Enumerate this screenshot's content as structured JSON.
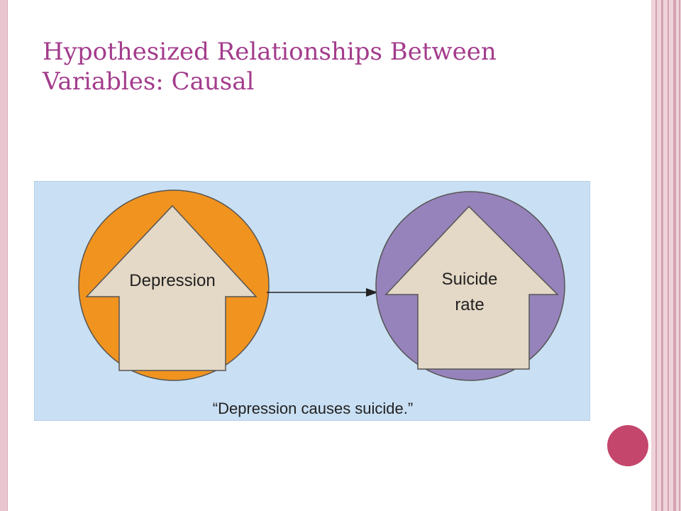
{
  "slide": {
    "title_line1": "Hypothesized Relationships Between",
    "title_line2": "Variables: Causal"
  },
  "diagram": {
    "cause_label": "Depression",
    "effect_label_line1": "Suicide",
    "effect_label_line2": "rate",
    "caption": "“Depression causes suicide.”",
    "colors": {
      "panel_background": "#c9dff3",
      "cause_circle": "#f0931f",
      "effect_circle": "#9683bb",
      "arrow_shape": "#e4d8c6",
      "title_text": "#a33c8c",
      "accent": "#c4466d"
    }
  }
}
